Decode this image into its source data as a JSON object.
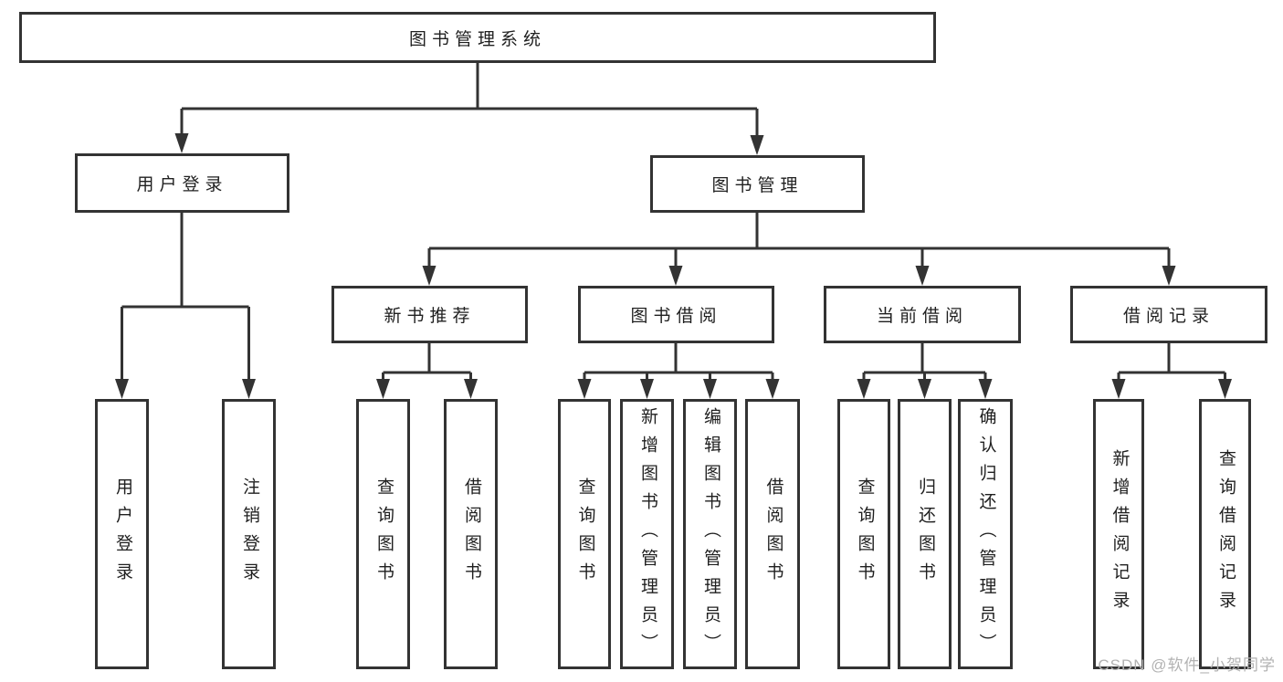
{
  "diagram": {
    "title": "图书管理系统",
    "root": {
      "label": "图书管理系统"
    },
    "user_login": {
      "label": "用户登录",
      "children": [
        {
          "label": "用户登录"
        },
        {
          "label": "注销登录"
        }
      ]
    },
    "book_mgmt": {
      "label": "图书管理",
      "children": [
        {
          "label": "新书推荐",
          "children": [
            {
              "label": "查询图书"
            },
            {
              "label": "借阅图书"
            }
          ]
        },
        {
          "label": "图书借阅",
          "children": [
            {
              "label": "查询图书"
            },
            {
              "label": "新增图书（管理员）"
            },
            {
              "label": "编辑图书（管理员）"
            },
            {
              "label": "借阅图书"
            }
          ]
        },
        {
          "label": "当前借阅",
          "children": [
            {
              "label": "查询图书"
            },
            {
              "label": "归还图书"
            },
            {
              "label": "确认归还（管理员）"
            }
          ]
        },
        {
          "label": "借阅记录",
          "children": [
            {
              "label": "新增借阅记录"
            },
            {
              "label": "查询借阅记录"
            }
          ]
        }
      ]
    }
  },
  "watermark": "CSDN @软件_小贺同学",
  "colors": {
    "line": "#333333",
    "text": "#1f1f1f",
    "watermark": "#b2b2b2",
    "background": "#ffffff"
  }
}
